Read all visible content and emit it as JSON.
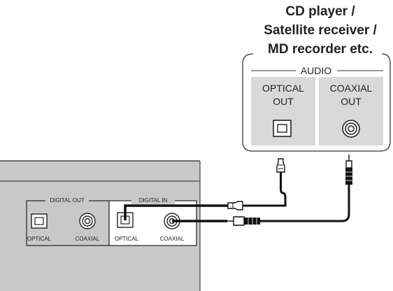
{
  "source_device": {
    "title_lines": [
      "CD player /",
      "Satellite receiver /",
      "MD recorder etc."
    ],
    "group_label": "AUDIO",
    "optical_out": [
      "OPTICAL",
      "OUT"
    ],
    "coaxial_out": [
      "COAXIAL",
      "OUT"
    ]
  },
  "receiver_panel": {
    "digital_out_label": "DIGITAL OUT",
    "digital_in_label": "DIGITAL IN",
    "out_optical": "OPTICAL",
    "out_coaxial": "COAXIAL",
    "in_optical": "OPTICAL",
    "in_coaxial": "COAXIAL"
  },
  "colors": {
    "panel_fill": "#c8c8c8",
    "section_fill": "#d9d9d9",
    "cable": "#111111"
  }
}
